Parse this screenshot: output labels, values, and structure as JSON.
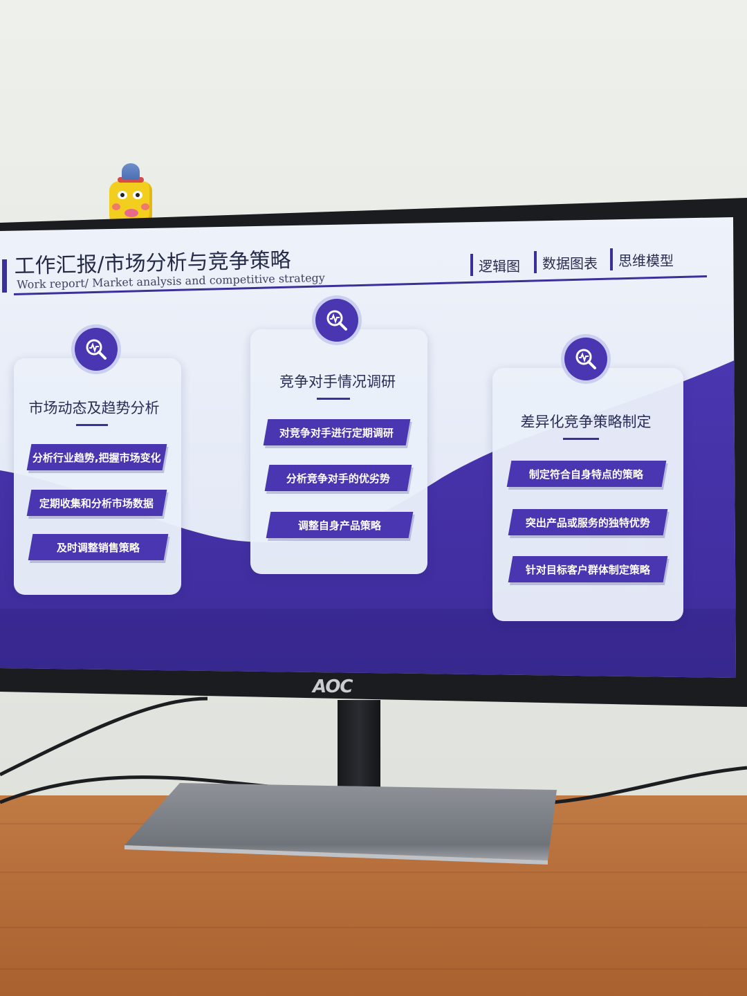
{
  "slide": {
    "title": "工作汇报/市场分析与竞争策略",
    "subtitle": "Work report/ Market analysis and competitive strategy",
    "nav": [
      "逻辑图",
      "数据图表",
      "思维模型"
    ],
    "cards": [
      {
        "title": "市场动态及趋势分析",
        "icon": "magnifier-pulse-icon",
        "items": [
          "分析行业趋势,把握市场变化",
          "定期收集和分析市场数据",
          "及时调整销售策略"
        ]
      },
      {
        "title": "竞争对手情况调研",
        "icon": "magnifier-pulse-icon",
        "items": [
          "对竞争对手进行定期调研",
          "分析竞争对手的优劣势",
          "调整自身产品策略"
        ]
      },
      {
        "title": "差异化竞争策略制定",
        "icon": "magnifier-pulse-icon",
        "items": [
          "制定符合自身特点的策略",
          "突出产品或服务的独特优势",
          "针对目标客户群体制定策略"
        ]
      }
    ]
  },
  "monitor": {
    "brand": "AOC"
  },
  "colors": {
    "accent": "#4a36b0",
    "card": "#eaeff9",
    "bezel": "#1b1c1f",
    "desk": "#b66f3b"
  }
}
